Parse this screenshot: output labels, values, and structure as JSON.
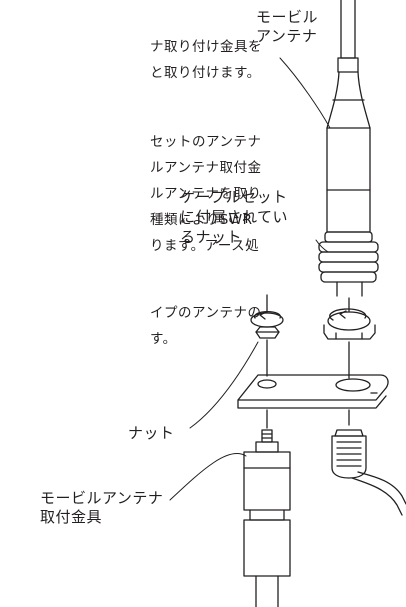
{
  "body_paragraphs": [
    [
      "ナ取り付け金具を",
      "と取り付けます。"
    ],
    [
      "セットのアンテナ",
      "ルアンテナ取付金",
      "ルアンテナを取り",
      "種類によりSWR",
      "ります。アース処"
    ],
    [
      "イプのアンテナの",
      "す。"
    ]
  ],
  "labels": {
    "antenna": [
      "モービル",
      "アンテナ"
    ],
    "nut_included": [
      "ケーブルセット",
      "に付属されてい",
      "るナット"
    ],
    "nut": "ナット",
    "bracket": [
      "モービルアンテナ",
      "取付金具"
    ]
  }
}
